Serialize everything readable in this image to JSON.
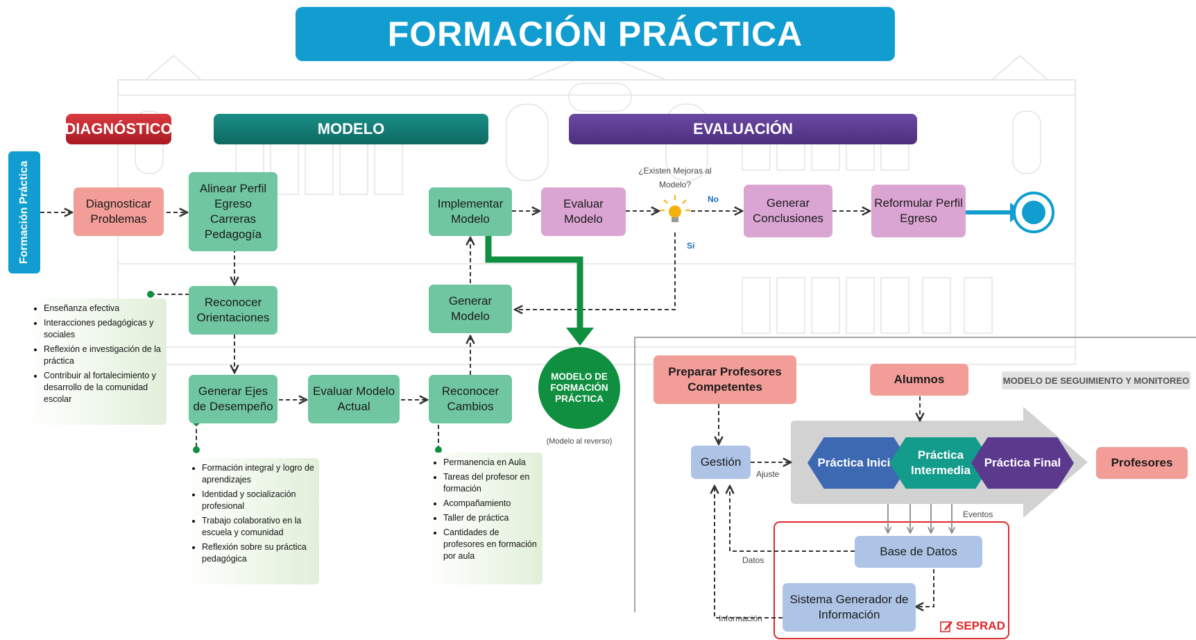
{
  "title": "FORMACIÓN PRÁCTICA",
  "side_tab": "Formación Práctica",
  "phases": {
    "diagnostico": "DIAGNÓSTICO",
    "modelo": "MODELO",
    "evaluacion": "EVALUACIÓN"
  },
  "colors": {
    "title": "#129dd0",
    "diagnostico": "#c0232e",
    "modelo": "#0f7b73",
    "evaluacion": "#5b3a8e",
    "green_arrow": "#0f8f3f",
    "blue_arrow": "#129dd0"
  },
  "nodes": {
    "diagnosticar": "Diagnosticar Problemas",
    "alinear": "Alinear Perfil Egreso Carreras Pedagogía",
    "reconocer_orientaciones": "Reconocer Orientaciones",
    "generar_ejes": "Generar Ejes de Desempeño",
    "evaluar_modelo_actual": "Evaluar Modelo Actual",
    "reconocer_cambios": "Reconocer Cambios",
    "generar_modelo": "Generar Modelo",
    "implementar_modelo": "Implementar Modelo",
    "evaluar_modelo": "Evaluar Modelo",
    "generar_conclusiones": "Generar Conclusiones",
    "reformular": "Reformular Perfil Egreso"
  },
  "decision": {
    "question": "¿Existen Mejoras al Modelo?",
    "icon": "lightbulb-icon",
    "no": "No",
    "si": "Si"
  },
  "modelo_formacion": {
    "label": "MODELO DE FORMACIÓN PRÁCTICA",
    "caption": "(Modelo al reverso)"
  },
  "notes": {
    "orientaciones": [
      "Enseñanza efectiva",
      "Interacciones pedagógicas y sociales",
      "Reflexión e investigación de la práctica",
      "Contribuir al fortalecimiento y desarrollo de la comunidad escolar"
    ],
    "ejes": [
      "Formación  integral y logro de aprendizajes",
      "Identidad y socialización profesional",
      "Trabajo colaborativo en la escuela y comunidad",
      "Reflexión sobre su práctica pedagógica"
    ],
    "cambios": [
      "Permanencia en Aula",
      "Tareas del profesor en formación",
      "Acompañamiento",
      "Taller de práctica",
      "Cantidades de profesores en formación por aula"
    ]
  },
  "seguimiento": {
    "title": "MODELO DE SEGUIMIENTO Y MONITOREO",
    "preparar": "Preparar Profesores Competentes",
    "alumnos": "Alumnos",
    "gestion": "Gestión",
    "ajuste": "Ajuste",
    "practica_inicial": "Práctica Inicial",
    "practica_intermedia": "Práctica Intermedia",
    "practica_final": "Práctica Final",
    "profesores": "Profesores",
    "eventos": "Eventos",
    "base_datos": "Base de Datos",
    "datos": "Datos",
    "sistema": "Sistema Generador de Información",
    "informacion": "Información",
    "seprad": "SEPRAD"
  }
}
